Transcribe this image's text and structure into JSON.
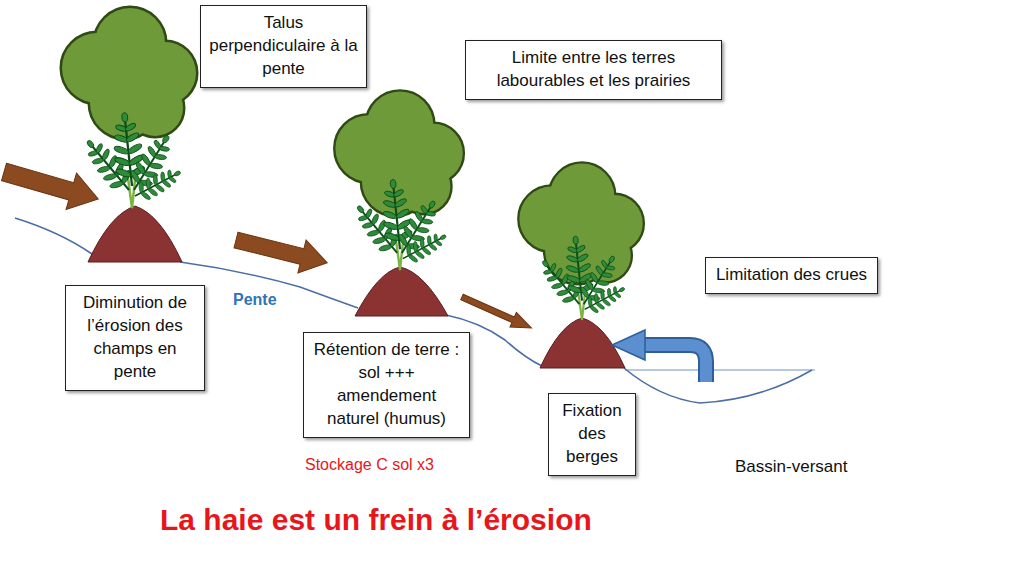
{
  "diagram": {
    "title": "La haie est un frein à l’érosion",
    "nodes": [
      {
        "text": [
          "Talus perpendiculaire à la pente"
        ]
      },
      {
        "text": [
          "Limite entre les terres labourables et les prairies"
        ]
      },
      {
        "text": [
          "Limitation des crues"
        ]
      },
      {
        "text": [
          "Diminution de l’érosion des champs en pente"
        ]
      },
      {
        "text": [
          "Rétention de terre : sol +++ amendement naturel (humus)"
        ]
      },
      {
        "text": [
          "Fixation des berges"
        ]
      }
    ],
    "labels": [
      "Pente",
      "Stockage C sol x3",
      "Bassin-versant"
    ]
  }
}
